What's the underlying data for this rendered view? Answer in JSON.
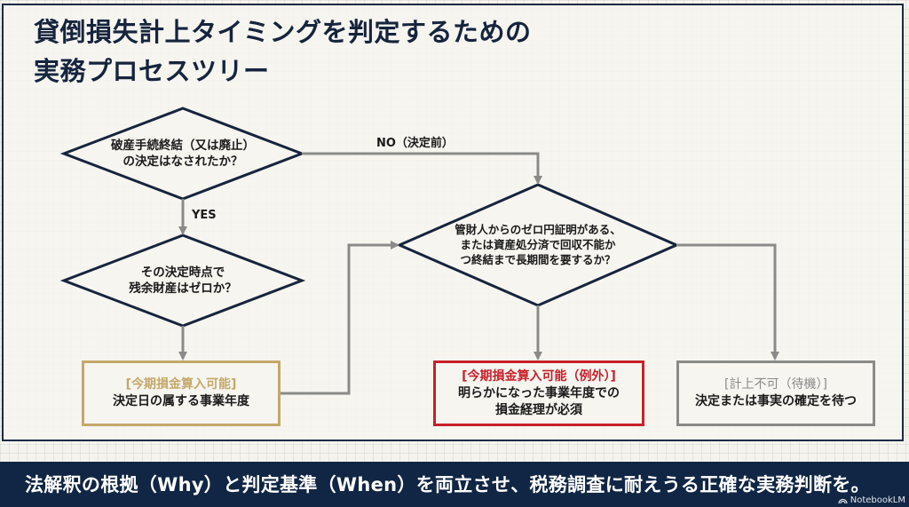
{
  "title": {
    "line1": "貸倒損失計上タイミングを判定するための",
    "line2": "実務プロセスツリー"
  },
  "nodes": {
    "q1": {
      "line1": "破産手続終結（又は廃止）",
      "line2": "の決定はなされたか？"
    },
    "q2": {
      "line1": "その決定時点で",
      "line2": "残余財産はゼロか？"
    },
    "q3": {
      "line1": "管財人からのゼロ円証明がある、",
      "line2": "または資産処分済で回収不能か",
      "line3": "つ終結まで長期間を要するか？"
    },
    "r1": {
      "tag": "[今期損金算入可能]",
      "text": "決定日の属する事業年度"
    },
    "r2": {
      "tag": "[今期損金算入可能（例外）]",
      "line1": "明らかになった事業年度での",
      "line2": "損金経理が必須"
    },
    "r3": {
      "tag": "[計上不可（待機）]",
      "text": "決定または事実の確定を待つ"
    }
  },
  "edges": {
    "yes_label": "YES",
    "no_label": "NO（決定前）"
  },
  "colors": {
    "navy": "#16243d",
    "arrow": "#8a8a88",
    "gold": "#c4a86a",
    "red": "#c8202a",
    "gray": "#8a8a88"
  },
  "footer": {
    "text": "法解釈の根拠（Why）と判定基準（When）を両立させ、税務調査に耐えうる正確な実務判断を。",
    "brand": "NotebookLM"
  }
}
